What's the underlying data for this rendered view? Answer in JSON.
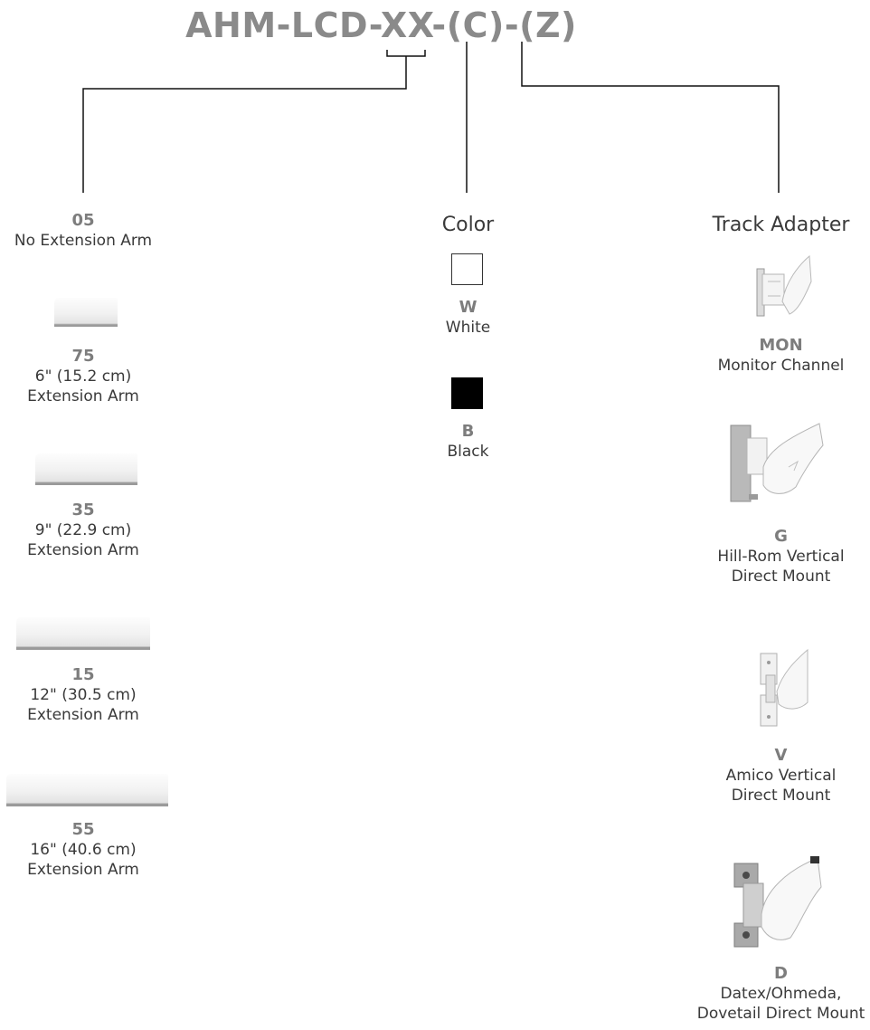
{
  "part_number": "AHM-LCD-XX-(C)-(Z)",
  "extension": {
    "options": [
      {
        "code": "05",
        "line1": "No Extension Arm",
        "line2": ""
      },
      {
        "code": "75",
        "line1": "6\" (15.2 cm)",
        "line2": "Extension Arm"
      },
      {
        "code": "35",
        "line1": "9\" (22.9 cm)",
        "line2": "Extension Arm"
      },
      {
        "code": "15",
        "line1": "12\" (30.5 cm)",
        "line2": "Extension Arm"
      },
      {
        "code": "55",
        "line1": "16\" (40.6 cm)",
        "line2": "Extension Arm"
      }
    ]
  },
  "color": {
    "heading": "Color",
    "options": [
      {
        "code": "W",
        "name": "White",
        "swatch": "#ffffff"
      },
      {
        "code": "B",
        "name": "Black",
        "swatch": "#000000"
      }
    ]
  },
  "track_adapter": {
    "heading": "Track Adapter",
    "options": [
      {
        "code": "MON",
        "line1": "Monitor Channel",
        "line2": "",
        "line3": "",
        "icon": "monitor-channel-adapter-icon"
      },
      {
        "code": "G",
        "line1": "Hill-Rom Vertical",
        "line2": "Direct Mount",
        "line3": "",
        "icon": "hill-rom-vertical-mount-icon"
      },
      {
        "code": "V",
        "line1": "Amico Vertical",
        "line2": "Direct Mount",
        "line3": "",
        "icon": "amico-vertical-mount-icon"
      },
      {
        "code": "D",
        "line1": "Datex/Ohmeda,",
        "line2": "Dovetail Direct Mount",
        "line3": "",
        "icon": "dovetail-direct-mount-icon"
      }
    ]
  }
}
